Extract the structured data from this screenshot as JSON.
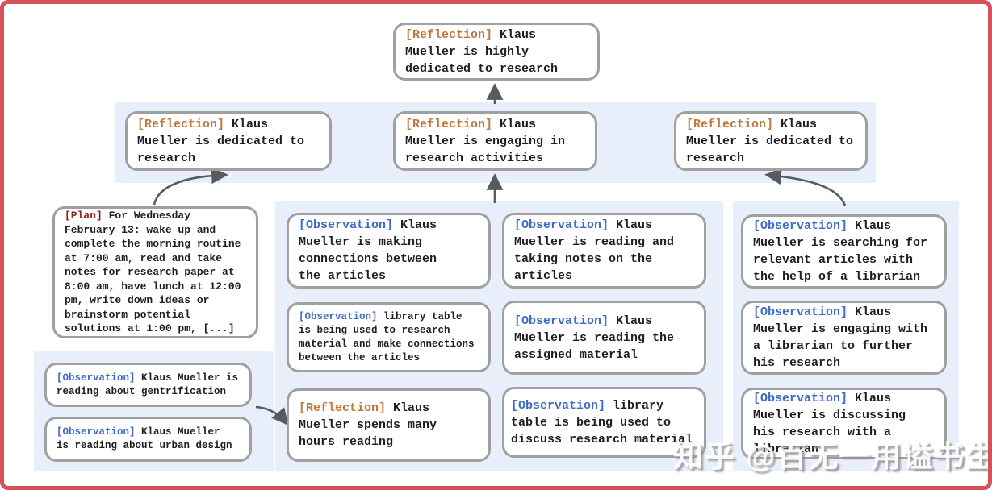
{
  "nodes": {
    "root": {
      "label": "[Reflection]",
      "text": " Klaus\nMueller is highly\ndedicated to research"
    },
    "refl_left": {
      "label": "[Reflection]",
      "text": " Klaus\nMueller is dedicated to\nresearch"
    },
    "refl_mid": {
      "label": "[Reflection]",
      "text": " Klaus\nMueller is engaging in\nresearch activities"
    },
    "refl_right": {
      "label": "[Reflection]",
      "text": " Klaus\nMueller is dedicated to\nresearch"
    },
    "plan": {
      "label": "[Plan]",
      "text": " For Wednesday\nFebruary 13: wake up and\ncomplete the morning routine\nat 7:00 am, read and take\nnotes for research paper at\n8:00 am, have lunch at 12:00\npm, write down ideas or\nbrainstorm potential\nsolutions at 1:00 pm, [...]"
    },
    "obs_gentrification": {
      "label": "[Observation]",
      "text": " Klaus Mueller is\nreading about gentrification"
    },
    "obs_urban_design": {
      "label": "[Observation]",
      "text": " Klaus Mueller\nis reading about urban design"
    },
    "obs_connections": {
      "label": "[Observation]",
      "text": " Klaus\nMueller is making\nconnections between\nthe articles"
    },
    "obs_library_research": {
      "label": "[Observation]",
      "text": " library table\nis being used to research\nmaterial and make connections\nbetween the articles"
    },
    "refl_hours_reading": {
      "label": "[Reflection]",
      "text": " Klaus\nMueller spends many\nhours reading"
    },
    "obs_taking_notes": {
      "label": "[Observation]",
      "text": " Klaus\nMueller is reading and\ntaking notes on the\narticles"
    },
    "obs_assigned_material": {
      "label": "[Observation]",
      "text": " Klaus\nMueller is reading the\nassigned material"
    },
    "obs_library_discuss": {
      "label": "[Observation]",
      "text": " library\ntable is being used to\ndiscuss research material"
    },
    "obs_searching_articles": {
      "label": "[Observation]",
      "text": " Klaus\nMueller is searching for\nrelevant articles with\nthe help of a librarian"
    },
    "obs_engaging_librarian": {
      "label": "[Observation]",
      "text": " Klaus\nMueller is engaging with\na librarian to further\nhis research"
    },
    "obs_discussing_research": {
      "label": "[Observation]",
      "text": " Klaus\nMueller is discussing\nhis research with a\nlibrarian"
    }
  },
  "watermark": {
    "text": "知乎 @百无一用谥书生"
  },
  "colors": {
    "frame": "#d5515c",
    "panel_blue": "#e8effa",
    "box_border": "#a0a0a0",
    "reflection_label": "#c0783a",
    "observation_label": "#3c6ac6",
    "plan_label": "#8e2420",
    "body_text": "#1f1f1f",
    "arrow": "#565b60"
  }
}
